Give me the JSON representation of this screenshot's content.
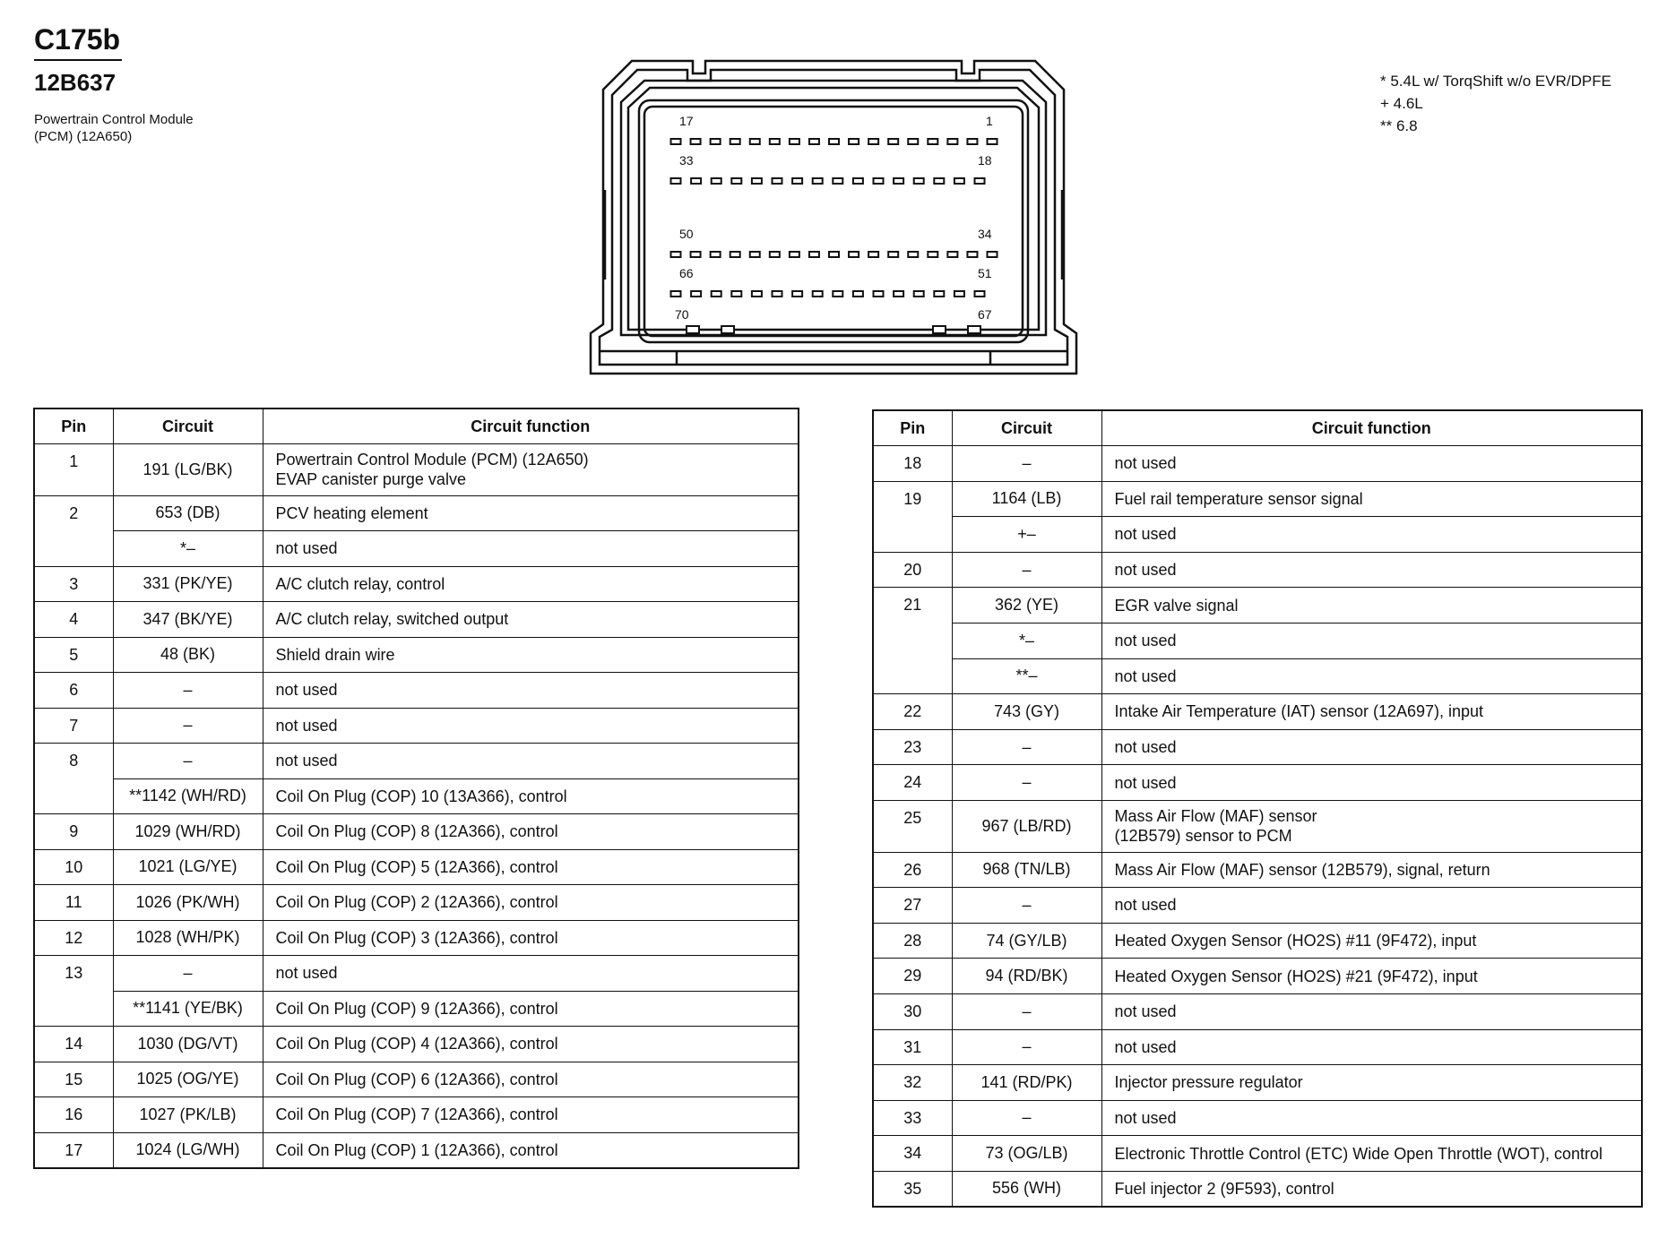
{
  "header": {
    "connector_code": "C175b",
    "part_number": "12B637",
    "description_lines": [
      "Powertrain Control Module",
      "(PCM) (12A650)"
    ]
  },
  "footnotes": [
    "* 5.4L w/ TorqShift w/o EVR/DPFE",
    "+ 4.6L",
    "** 6.8"
  ],
  "connector": {
    "row_labels": [
      "17",
      "1",
      "33",
      "18",
      "50",
      "34",
      "66",
      "51",
      "70",
      "67"
    ]
  },
  "table_headers": {
    "pin": "Pin",
    "circuit": "Circuit",
    "function": "Circuit function"
  },
  "left_table": [
    {
      "pin": "1",
      "entries": [
        {
          "circuit": "191 (LG/BK)",
          "function": "Powertrain Control Module (PCM) (12A650)\nEVAP canister purge valve"
        }
      ]
    },
    {
      "pin": "2",
      "entries": [
        {
          "circuit": "653 (DB)",
          "function": "PCV heating element"
        },
        {
          "circuit": "*–",
          "function": "not used"
        }
      ]
    },
    {
      "pin": "3",
      "entries": [
        {
          "circuit": "331 (PK/YE)",
          "function": "A/C clutch relay, control"
        }
      ]
    },
    {
      "pin": "4",
      "entries": [
        {
          "circuit": "347 (BK/YE)",
          "function": "A/C clutch relay, switched output"
        }
      ]
    },
    {
      "pin": "5",
      "entries": [
        {
          "circuit": "48 (BK)",
          "function": "Shield drain wire"
        }
      ]
    },
    {
      "pin": "6",
      "entries": [
        {
          "circuit": "–",
          "function": "not used"
        }
      ]
    },
    {
      "pin": "7",
      "entries": [
        {
          "circuit": "–",
          "function": "not used"
        }
      ]
    },
    {
      "pin": "8",
      "entries": [
        {
          "circuit": "–",
          "function": "not used"
        },
        {
          "circuit": "**1142 (WH/RD)",
          "function": "Coil On Plug (COP) 10 (13A366), control"
        }
      ]
    },
    {
      "pin": "9",
      "entries": [
        {
          "circuit": "1029 (WH/RD)",
          "function": "Coil On Plug (COP) 8 (12A366), control"
        }
      ]
    },
    {
      "pin": "10",
      "entries": [
        {
          "circuit": "1021 (LG/YE)",
          "function": "Coil On Plug (COP) 5 (12A366), control"
        }
      ]
    },
    {
      "pin": "11",
      "entries": [
        {
          "circuit": "1026 (PK/WH)",
          "function": "Coil On Plug (COP) 2 (12A366), control"
        }
      ]
    },
    {
      "pin": "12",
      "entries": [
        {
          "circuit": "1028 (WH/PK)",
          "function": "Coil On Plug (COP) 3 (12A366), control"
        }
      ]
    },
    {
      "pin": "13",
      "entries": [
        {
          "circuit": "–",
          "function": "not used"
        },
        {
          "circuit": "**1141 (YE/BK)",
          "function": "Coil On Plug (COP) 9 (12A366), control"
        }
      ]
    },
    {
      "pin": "14",
      "entries": [
        {
          "circuit": "1030 (DG/VT)",
          "function": "Coil On Plug (COP) 4 (12A366), control"
        }
      ]
    },
    {
      "pin": "15",
      "entries": [
        {
          "circuit": "1025 (OG/YE)",
          "function": "Coil On Plug (COP) 6 (12A366), control"
        }
      ]
    },
    {
      "pin": "16",
      "entries": [
        {
          "circuit": "1027 (PK/LB)",
          "function": "Coil On Plug (COP) 7 (12A366), control"
        }
      ]
    },
    {
      "pin": "17",
      "entries": [
        {
          "circuit": "1024 (LG/WH)",
          "function": "Coil On Plug (COP) 1 (12A366), control"
        }
      ]
    }
  ],
  "right_table": [
    {
      "pin": "18",
      "entries": [
        {
          "circuit": "–",
          "function": "not used"
        }
      ]
    },
    {
      "pin": "19",
      "entries": [
        {
          "circuit": "1164 (LB)",
          "function": "Fuel rail temperature sensor signal"
        },
        {
          "circuit": "+–",
          "function": "not used"
        }
      ]
    },
    {
      "pin": "20",
      "entries": [
        {
          "circuit": "–",
          "function": "not used"
        }
      ]
    },
    {
      "pin": "21",
      "entries": [
        {
          "circuit": "362 (YE)",
          "function": "EGR valve signal"
        },
        {
          "circuit": "*–",
          "function": "not used"
        },
        {
          "circuit": "**–",
          "function": "not used"
        }
      ]
    },
    {
      "pin": "22",
      "entries": [
        {
          "circuit": "743 (GY)",
          "function": "Intake Air Temperature (IAT) sensor (12A697), input"
        }
      ]
    },
    {
      "pin": "23",
      "entries": [
        {
          "circuit": "–",
          "function": "not used"
        }
      ]
    },
    {
      "pin": "24",
      "entries": [
        {
          "circuit": "–",
          "function": "not used"
        }
      ]
    },
    {
      "pin": "25",
      "entries": [
        {
          "circuit": "967 (LB/RD)",
          "function": "Mass Air Flow (MAF) sensor\n(12B579) sensor to PCM"
        }
      ]
    },
    {
      "pin": "26",
      "entries": [
        {
          "circuit": "968 (TN/LB)",
          "function": "Mass Air Flow (MAF) sensor (12B579), signal, return"
        }
      ]
    },
    {
      "pin": "27",
      "entries": [
        {
          "circuit": "–",
          "function": "not used"
        }
      ]
    },
    {
      "pin": "28",
      "entries": [
        {
          "circuit": "74 (GY/LB)",
          "function": "Heated Oxygen Sensor (HO2S) #11 (9F472), input"
        }
      ]
    },
    {
      "pin": "29",
      "entries": [
        {
          "circuit": "94 (RD/BK)",
          "function": "Heated Oxygen Sensor (HO2S) #21 (9F472), input"
        }
      ]
    },
    {
      "pin": "30",
      "entries": [
        {
          "circuit": "–",
          "function": "not used"
        }
      ]
    },
    {
      "pin": "31",
      "entries": [
        {
          "circuit": "–",
          "function": "not used"
        }
      ]
    },
    {
      "pin": "32",
      "entries": [
        {
          "circuit": "141 (RD/PK)",
          "function": "Injector pressure regulator"
        }
      ]
    },
    {
      "pin": "33",
      "entries": [
        {
          "circuit": "–",
          "function": "not used"
        }
      ]
    },
    {
      "pin": "34",
      "entries": [
        {
          "circuit": "73 (OG/LB)",
          "function": "Electronic Throttle Control (ETC) Wide Open Throttle (WOT), control"
        }
      ]
    },
    {
      "pin": "35",
      "entries": [
        {
          "circuit": "556 (WH)",
          "function": "Fuel injector 2 (9F593), control"
        }
      ]
    }
  ]
}
